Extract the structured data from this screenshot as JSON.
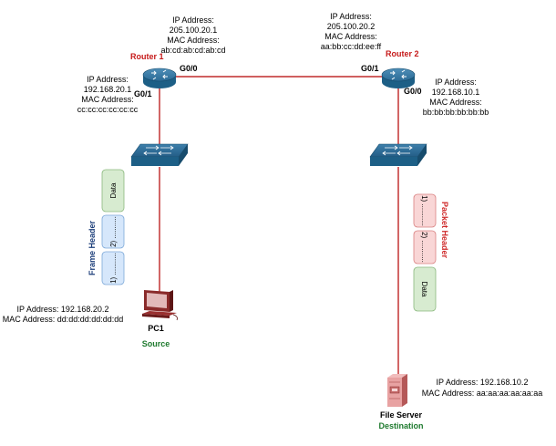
{
  "colors": {
    "router_link": "#b40000",
    "device_blue": "#1d5f86",
    "frame_fill": "#d6e7fb",
    "frame_stroke": "#7ca8d8",
    "data_green_fill": "#d7ebd0",
    "data_green_stroke": "#8ab87d",
    "packet_fill": "#f9d6d6",
    "packet_stroke": "#d98080",
    "router_label": "#c61a1a",
    "frame_label": "#1c3e7a",
    "packet_label": "#cf2a2a",
    "role_label": "#1e7a2e"
  },
  "router1": {
    "name": "Router 1",
    "g00": {
      "port": "G0/0",
      "ip_label": "IP Address:",
      "ip": "205.100.20.1",
      "mac_label": "MAC Address:",
      "mac": "ab:cd:ab:cd:ab:cd"
    },
    "g01": {
      "port": "G0/1",
      "ip_label": "IP Address:",
      "ip": "192.168.20.1",
      "mac_label": "MAC Address:",
      "mac": "cc:cc:cc:cc:cc:cc"
    },
    "icon": "router-icon"
  },
  "router2": {
    "name": "Router 2",
    "g01": {
      "port": "G0/1",
      "ip_label": "IP Address:",
      "ip": "205.100.20.2",
      "mac_label": "MAC Address:",
      "mac": "aa:bb:cc:dd:ee:ff"
    },
    "g00": {
      "port": "G0/0",
      "ip_label": "IP Address:",
      "ip": "192.168.10.1",
      "mac_label": "MAC Address:",
      "mac": "bb:bb:bb:bb:bb:bb"
    },
    "icon": "router-icon"
  },
  "switches": {
    "icon": "switch-icon"
  },
  "pc1": {
    "name": "PC1",
    "role": "Source",
    "ip_line": "IP Address: 192.168.20.2",
    "mac_line": "MAC Address: dd:dd:dd:dd:dd:dd",
    "icon": "computer-icon"
  },
  "file_server": {
    "name": "File Server",
    "role": "Destination",
    "ip_line": "IP Address: 192.168.10.2",
    "mac_line": "MAC Address: aa:aa:aa:aa:aa:aa",
    "icon": "server-icon"
  },
  "frame": {
    "label": "Frame Header",
    "data": "Data",
    "seg1": "1) ...........",
    "seg2": "2) ..........."
  },
  "packet": {
    "label": "Packet Header",
    "data": "Data",
    "seg1": "1) ...........",
    "seg2": "2) ..........."
  }
}
